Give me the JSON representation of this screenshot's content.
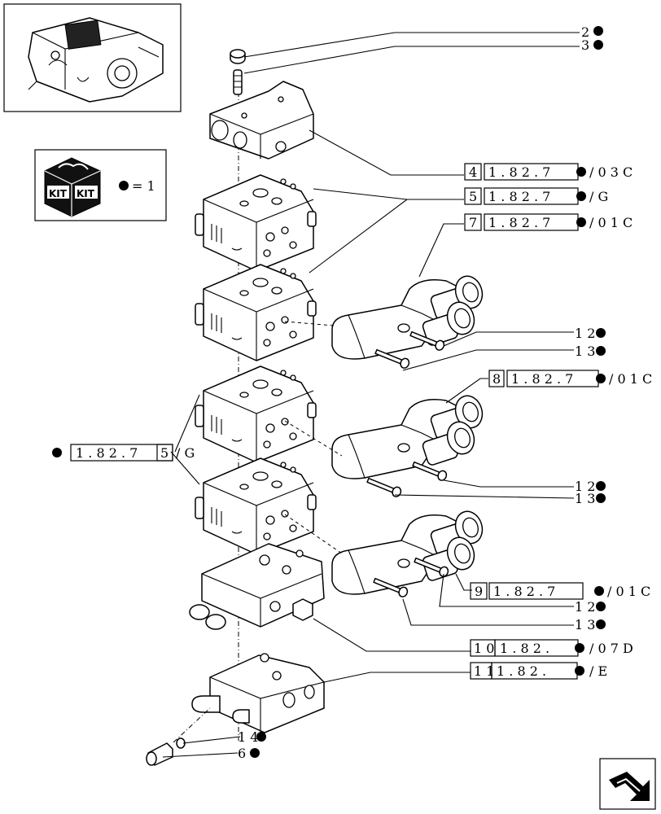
{
  "legend": {
    "value": "= 1"
  },
  "kit_icon": {
    "label_left": "KIT",
    "label_right": "KIT"
  },
  "callouts": [
    {
      "id": "c2",
      "number": "2"
    },
    {
      "id": "c3",
      "number": "3"
    },
    {
      "id": "c4",
      "number": "4",
      "ref": "1 . 8 2 . 7",
      "suffix": "/ 0 3 C"
    },
    {
      "id": "c5",
      "number": "5",
      "ref": "1 . 8 2 . 7",
      "suffix": "/ G"
    },
    {
      "id": "c7",
      "number": "7",
      "ref": "1 . 8 2 . 7",
      "suffix": "/ 0 1 C"
    },
    {
      "id": "c12a",
      "number": "1 2"
    },
    {
      "id": "c13a",
      "number": "1 3"
    },
    {
      "id": "c8",
      "number": "8",
      "ref": "1 . 8 2 . 7",
      "suffix": "/ 0 1 C"
    },
    {
      "id": "cL",
      "number": "5",
      "ref": "1 . 8 2 . 7",
      "suffix": "/ G"
    },
    {
      "id": "c12b",
      "number": "1 2"
    },
    {
      "id": "c13b",
      "number": "1 3"
    },
    {
      "id": "c9",
      "number": "9",
      "ref": "1 . 8 2 . 7",
      "suffix": "/ 0 1 C"
    },
    {
      "id": "c12c",
      "number": "1 2"
    },
    {
      "id": "c13c",
      "number": "1 3"
    },
    {
      "id": "c10",
      "number": "1 0",
      "ref": "1 . 8 2 .",
      "suffix": "/ 0 7 D"
    },
    {
      "id": "c11",
      "number": "1 1",
      "ref": "1 . 8 2 .",
      "suffix": "/ E"
    },
    {
      "id": "c14",
      "number": "1 4"
    },
    {
      "id": "c6",
      "number": "6"
    }
  ],
  "colors": {
    "ink": "#000000",
    "paper": "#ffffff"
  },
  "icons": [
    "tractor-thumbnail-icon",
    "kit-icon",
    "bullet-icon",
    "navigation-arrow-icon"
  ]
}
